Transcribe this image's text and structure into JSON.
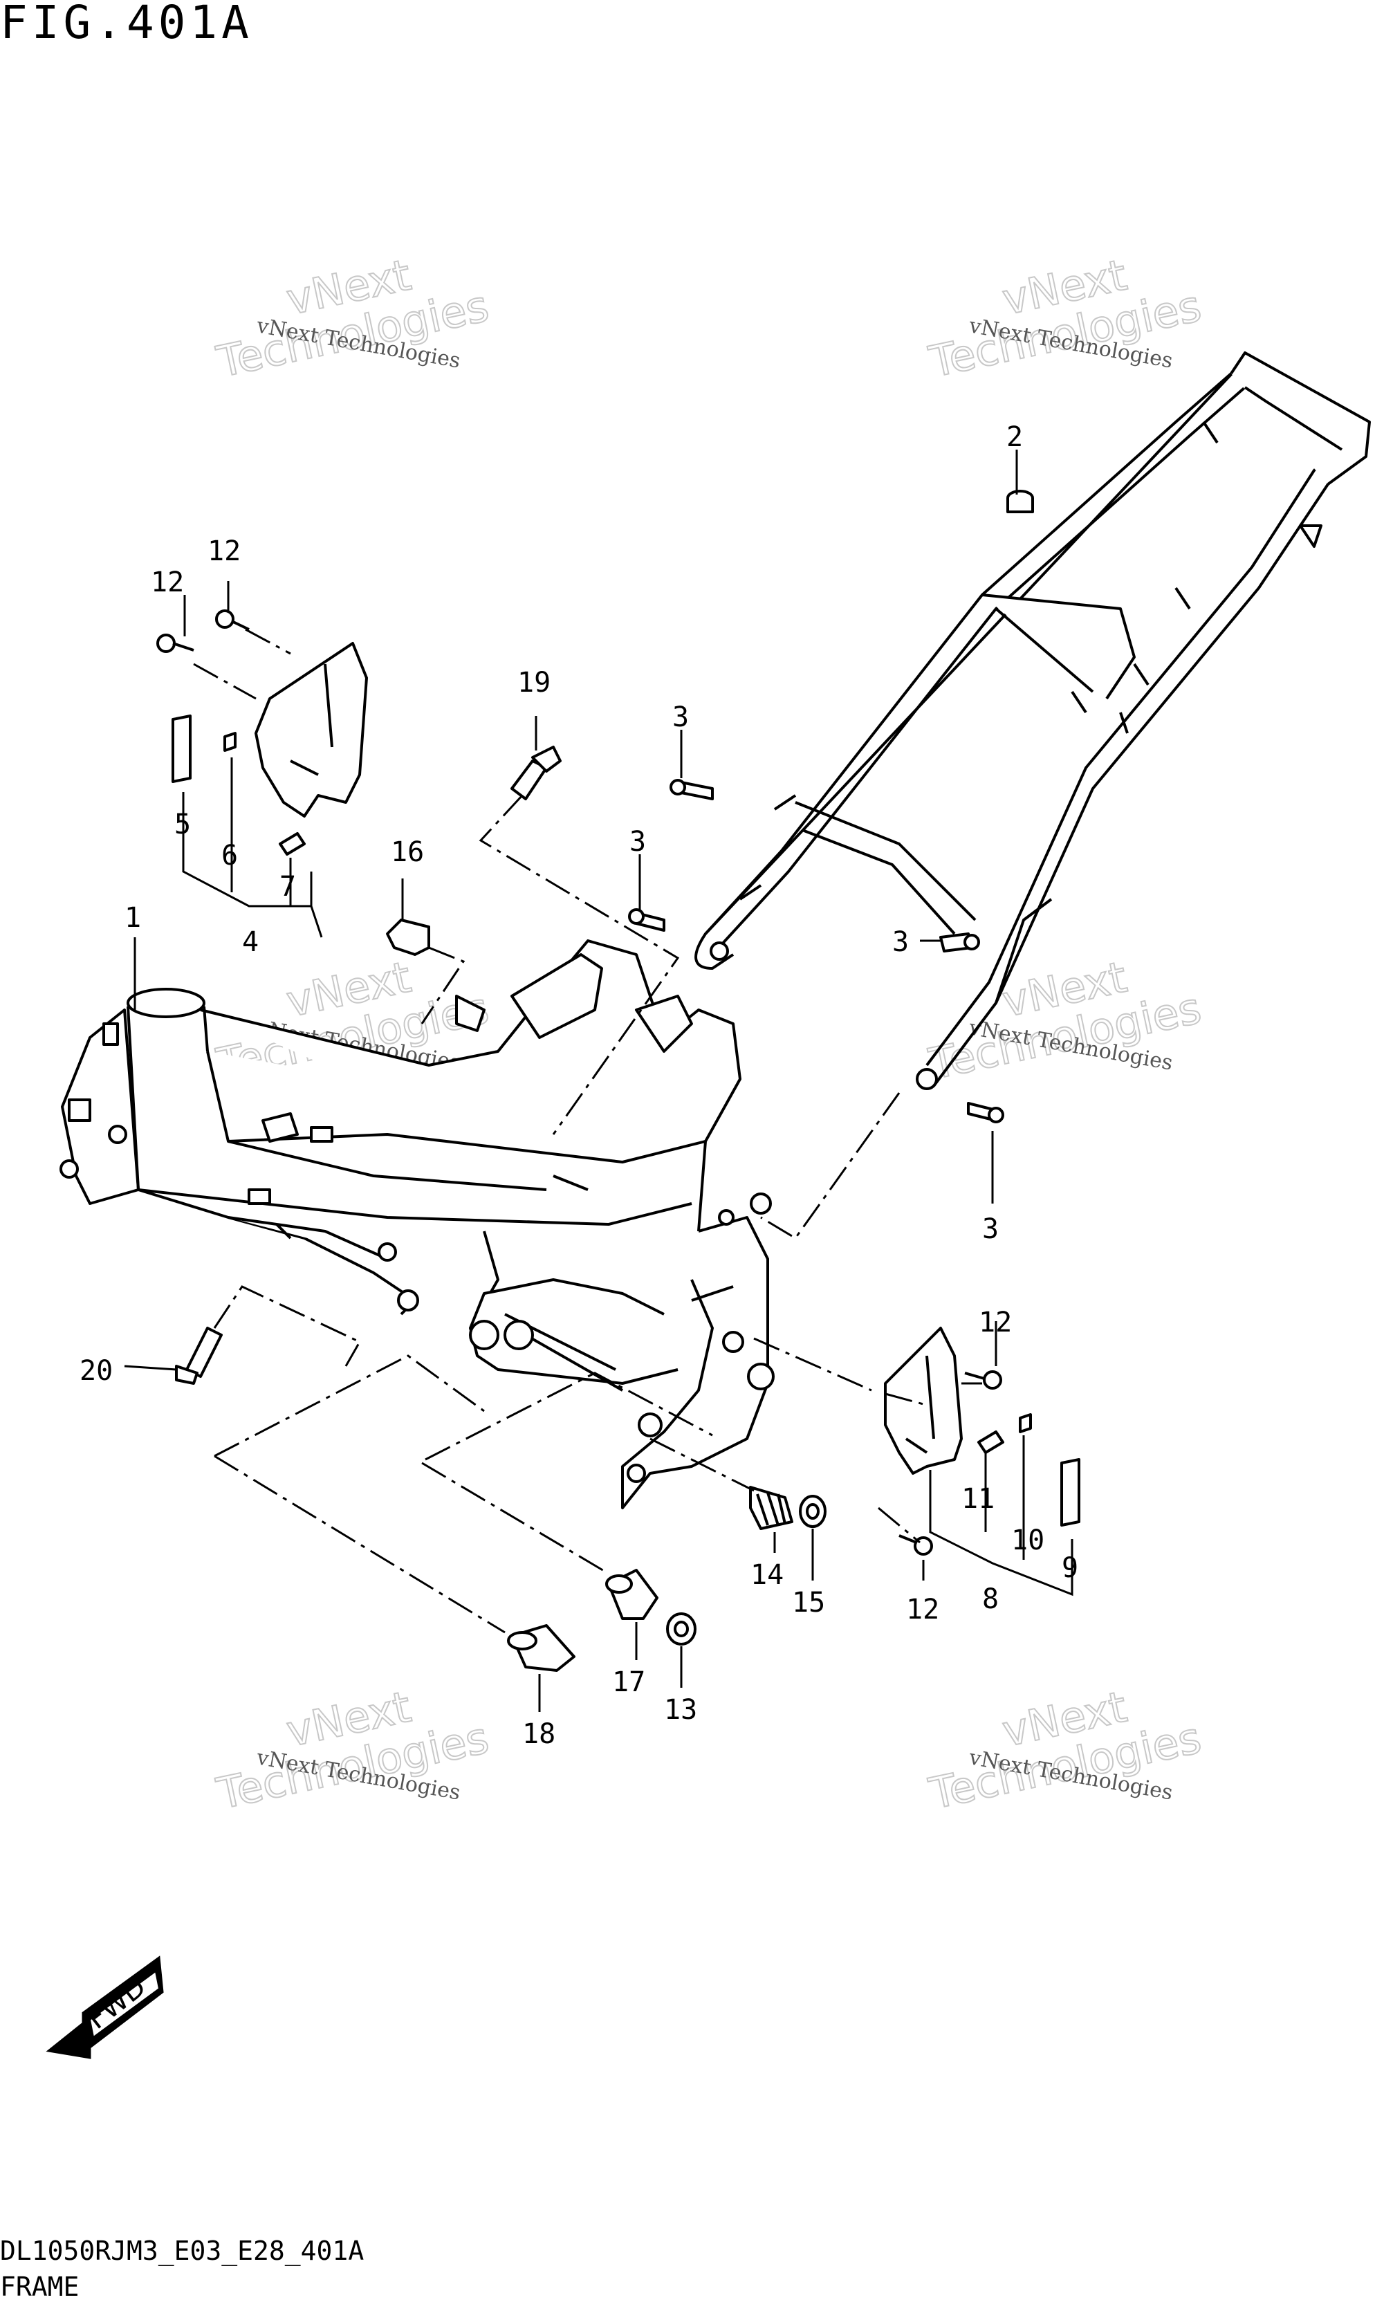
{
  "figure": {
    "title": "FIG.401A",
    "code": "DL1050RJM3_E03_E28_401A",
    "label": "FRAME"
  },
  "watermark": {
    "small": "vNext Technologies",
    "big_line1": "vNext",
    "big_line2": "Technologies"
  },
  "fwd_label": "FWD",
  "callouts": {
    "c1": "1",
    "c2": "2",
    "c3a": "3",
    "c3b": "3",
    "c3c": "3",
    "c3d": "3",
    "c4": "4",
    "c5": "5",
    "c6": "6",
    "c7": "7",
    "c8": "8",
    "c9": "9",
    "c10": "10",
    "c11": "11",
    "c12a": "12",
    "c12b": "12",
    "c12c": "12",
    "c12d": "12",
    "c13": "13",
    "c14": "14",
    "c15": "15",
    "c16": "16",
    "c17": "17",
    "c18": "18",
    "c19": "19",
    "c20": "20"
  },
  "colors": {
    "line": "#000000",
    "background": "#ffffff",
    "watermark": "#c8c8c8"
  }
}
